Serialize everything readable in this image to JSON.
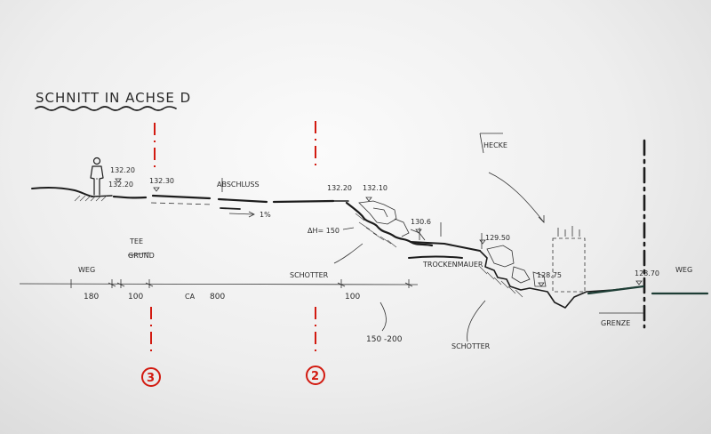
{
  "title": "SCHNITT IN ACHSE D",
  "axes": [
    {
      "id": "3",
      "label": "3"
    },
    {
      "id": "2",
      "label": "2"
    }
  ],
  "elevations": {
    "e_132_20_left": "132.20",
    "e_132_20_under": "132.20",
    "e_132_30": "132.30",
    "e_132_20_mid": "132.20",
    "e_132_10": "132.10",
    "e_130_6": "130.6",
    "e_129_50": "129.50",
    "e_128_75": "128.75",
    "e_128_70": "128.70"
  },
  "labels": {
    "abschluss": "ABSCHLUSS",
    "slope": "1%",
    "delta_h": "ΔH= 150",
    "tee_line1": "TEE",
    "tee_line2": "GRUND",
    "schotter_left": "SCHOTTER",
    "schotter_right": "SCHOTTER",
    "trockenmauer": "TROCKENMAUER",
    "hecke": "HECKE",
    "grenze": "GRENZE",
    "weg_left": "WEG",
    "weg_right": "WEG"
  },
  "dimensions": {
    "d180": "180",
    "d100a": "100",
    "ca": "CA",
    "d800": "800",
    "d100b": "100",
    "d150_200": "150 -200"
  }
}
